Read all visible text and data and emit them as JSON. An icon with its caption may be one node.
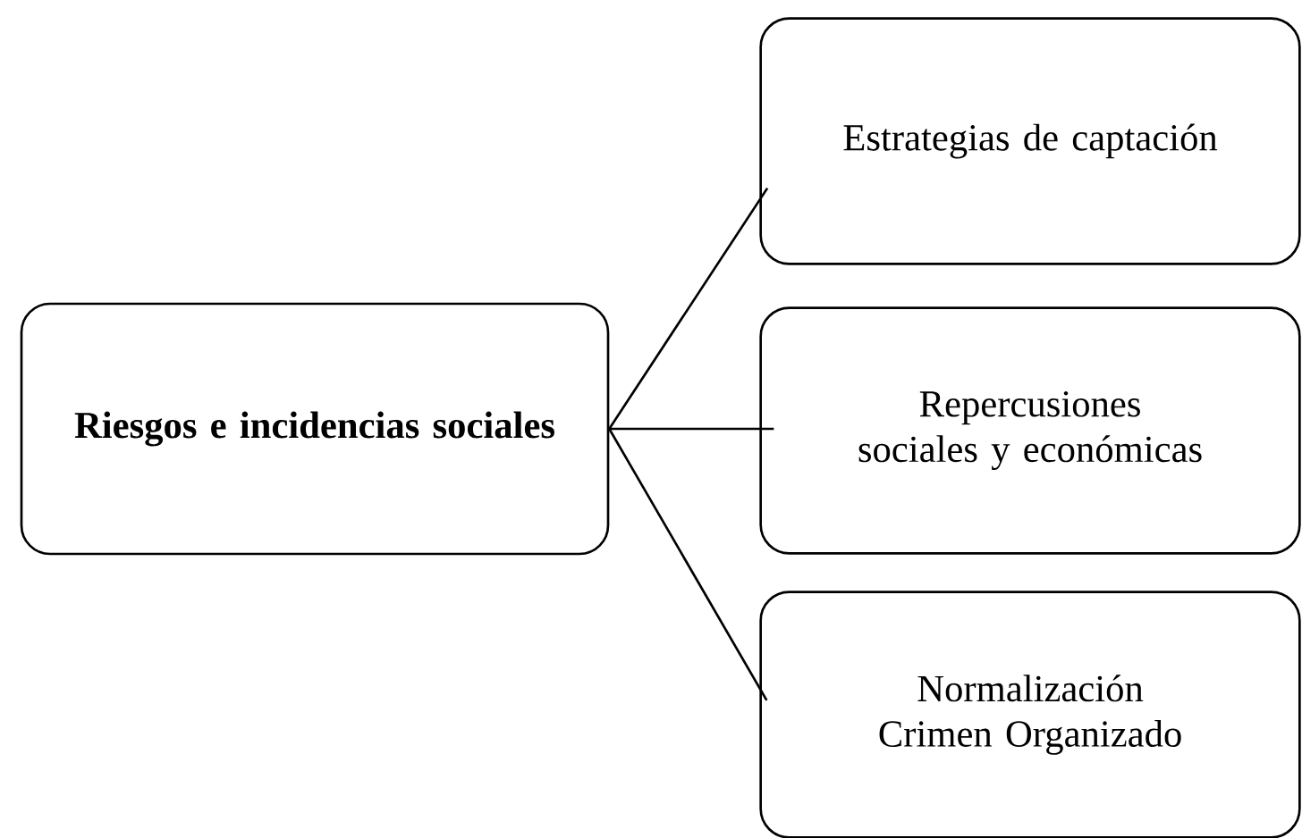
{
  "diagram": {
    "nodes": [
      {
        "text": [
          "Riesgos e incidencias sociales"
        ]
      },
      {
        "text": [
          "Estrategias de captación"
        ]
      },
      {
        "text": [
          "Repercusiones sociales y económicas"
        ]
      },
      {
        "text": [
          "Normalización Crimen Organizado"
        ]
      }
    ],
    "edges": [
      {
        "from": 0,
        "to": 1,
        "arrow": "none"
      },
      {
        "from": 0,
        "to": 2,
        "arrow": "none"
      },
      {
        "from": 0,
        "to": 3,
        "arrow": "none"
      }
    ]
  }
}
